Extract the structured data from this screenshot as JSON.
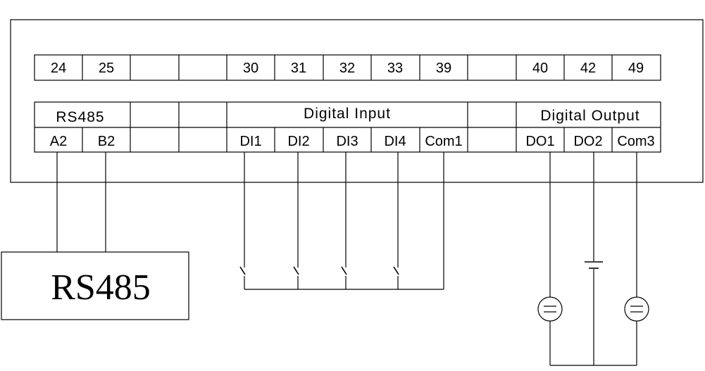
{
  "terminals": {
    "numbers": [
      "24",
      "25",
      "",
      "",
      "30",
      "31",
      "32",
      "33",
      "39",
      "",
      "40",
      "42",
      "49"
    ],
    "group_labels": {
      "rs485": "RS485",
      "digital_input": "Digital Input",
      "digital_output": "Digital Output"
    },
    "pins": [
      "A2",
      "B2",
      "",
      "",
      "DI1",
      "DI2",
      "DI3",
      "DI4",
      "Com1",
      "",
      "DO1",
      "DO2",
      "Com3"
    ]
  },
  "external": {
    "rs485_device_label": "RS485"
  }
}
